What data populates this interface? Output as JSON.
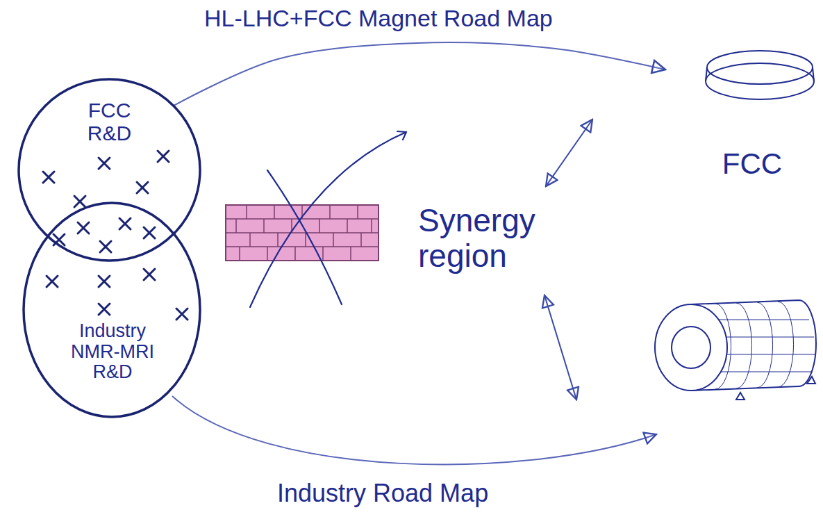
{
  "diagram": {
    "nodes": [
      {
        "text": [
          "FCC R&D"
        ]
      },
      {
        "text": [
          "Industry NMR-MRI R&D"
        ]
      },
      {
        "text": [
          "FCC"
        ]
      }
    ],
    "edges": [
      {
        "from": 0,
        "to": 2,
        "arrow": "to",
        "label": "HL-LHC+FCC Magnet Road Map"
      }
    ],
    "labels": [
      "Synergy region",
      "Industry Road Map"
    ]
  }
}
